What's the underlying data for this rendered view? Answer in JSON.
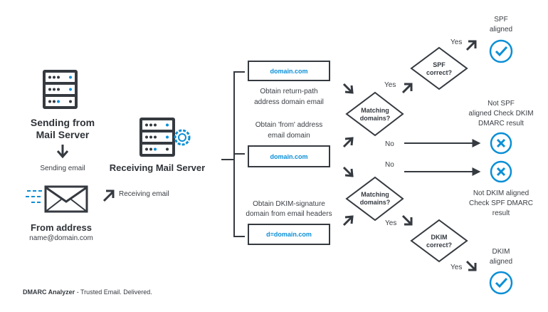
{
  "diagram": {
    "sending_server": {
      "title_line1": "Sending from",
      "title_line2": "Mail Server",
      "step_label": "Sending email"
    },
    "receiving_server": {
      "title": "Receiving Mail Server",
      "step_label": "Receiving email"
    },
    "from_address": {
      "title": "From address",
      "value": "name@domain.com"
    },
    "domain_boxes": [
      {
        "value": "domain.com",
        "caption_line1": "Obtain return-path",
        "caption_line2": "address domain email"
      },
      {
        "value": "domain.com",
        "caption_line1": "Obtain 'from' address",
        "caption_line2": "email domain"
      },
      {
        "value": "d=domain.com",
        "caption_line1": "Obtain DKIM-signature",
        "caption_line2": "domain from email headers"
      }
    ],
    "decisions": {
      "matching_top": {
        "line1": "Matching",
        "line2": "domains?"
      },
      "matching_bottom": {
        "line1": "Matching",
        "line2": "domains?"
      },
      "spf": {
        "line1": "SPF",
        "line2": "correct?"
      },
      "dkim": {
        "line1": "DKIM",
        "line2": "correct?"
      }
    },
    "branch_labels": {
      "yes_top": "Yes",
      "yes_spf": "Yes",
      "no_top": "No",
      "no_bottom": "No",
      "yes_bottom": "Yes",
      "yes_dkim": "Yes"
    },
    "results": {
      "spf_aligned": {
        "line1": "SPF",
        "line2": "aligned"
      },
      "not_spf": {
        "line1": "Not SPF",
        "line2": "aligned Check DKIM",
        "line3": "DMARC result"
      },
      "not_dkim": {
        "line1": "Not DKIM aligned",
        "line2": "Check SPF DMARC",
        "line3": "result"
      },
      "dkim_aligned": {
        "line1": "DKIM",
        "line2": "aligned"
      }
    },
    "footer": {
      "brand": "DMARC Analyzer",
      "tagline": " - Trusted Email. Delivered."
    },
    "colors": {
      "accent": "#0b8fd6",
      "dark": "#353a40"
    },
    "icons": [
      "server-icon",
      "gear-icon",
      "envelope-icon",
      "check-circle-icon",
      "x-circle-icon",
      "arrow-icon"
    ]
  }
}
